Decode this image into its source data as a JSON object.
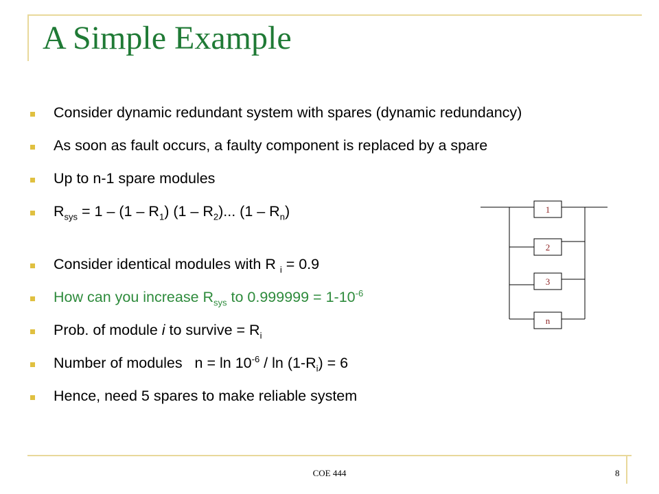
{
  "slide": {
    "title": "A Simple Example",
    "bullets": [
      {
        "text": "Consider dynamic redundant system with spares (dynamic redundancy)"
      },
      {
        "text": "As soon as fault occurs, a faulty component is replaced by a spare"
      },
      {
        "text": "Up to n-1 spare modules"
      },
      {
        "parts": [
          "R",
          "sys",
          " = 1 – (1 – R",
          "1",
          ") (1 – R",
          "2",
          ")... (1 – R",
          "n",
          ")"
        ]
      },
      {
        "text": "Consider identical modules with R i = 0.9",
        "parts": [
          "Consider identical modules with R ",
          "i",
          " = 0.9"
        ]
      },
      {
        "parts": [
          "How can you increase R",
          "sys",
          " to 0.999999 = 1-10",
          "-6"
        ],
        "color": "#2e8b3c"
      },
      {
        "parts": [
          "Prob. of module ",
          "i",
          " to survive = R",
          "i"
        ]
      },
      {
        "parts": [
          "Number of modules   n = ln 10",
          "-6",
          " / ln (1-R",
          "i",
          ") = 6"
        ]
      },
      {
        "text": "Hence, need 5 spares to make reliable system"
      }
    ]
  },
  "diagram": {
    "modules": [
      "1",
      "2",
      "3",
      "n"
    ]
  },
  "footer": {
    "course": "COE 444",
    "page_number": "8"
  },
  "colors": {
    "title": "#1f7a35",
    "bullet_marker": "#e0c040",
    "rule": "#e8d89a",
    "module_label": "#8b1e1e"
  }
}
